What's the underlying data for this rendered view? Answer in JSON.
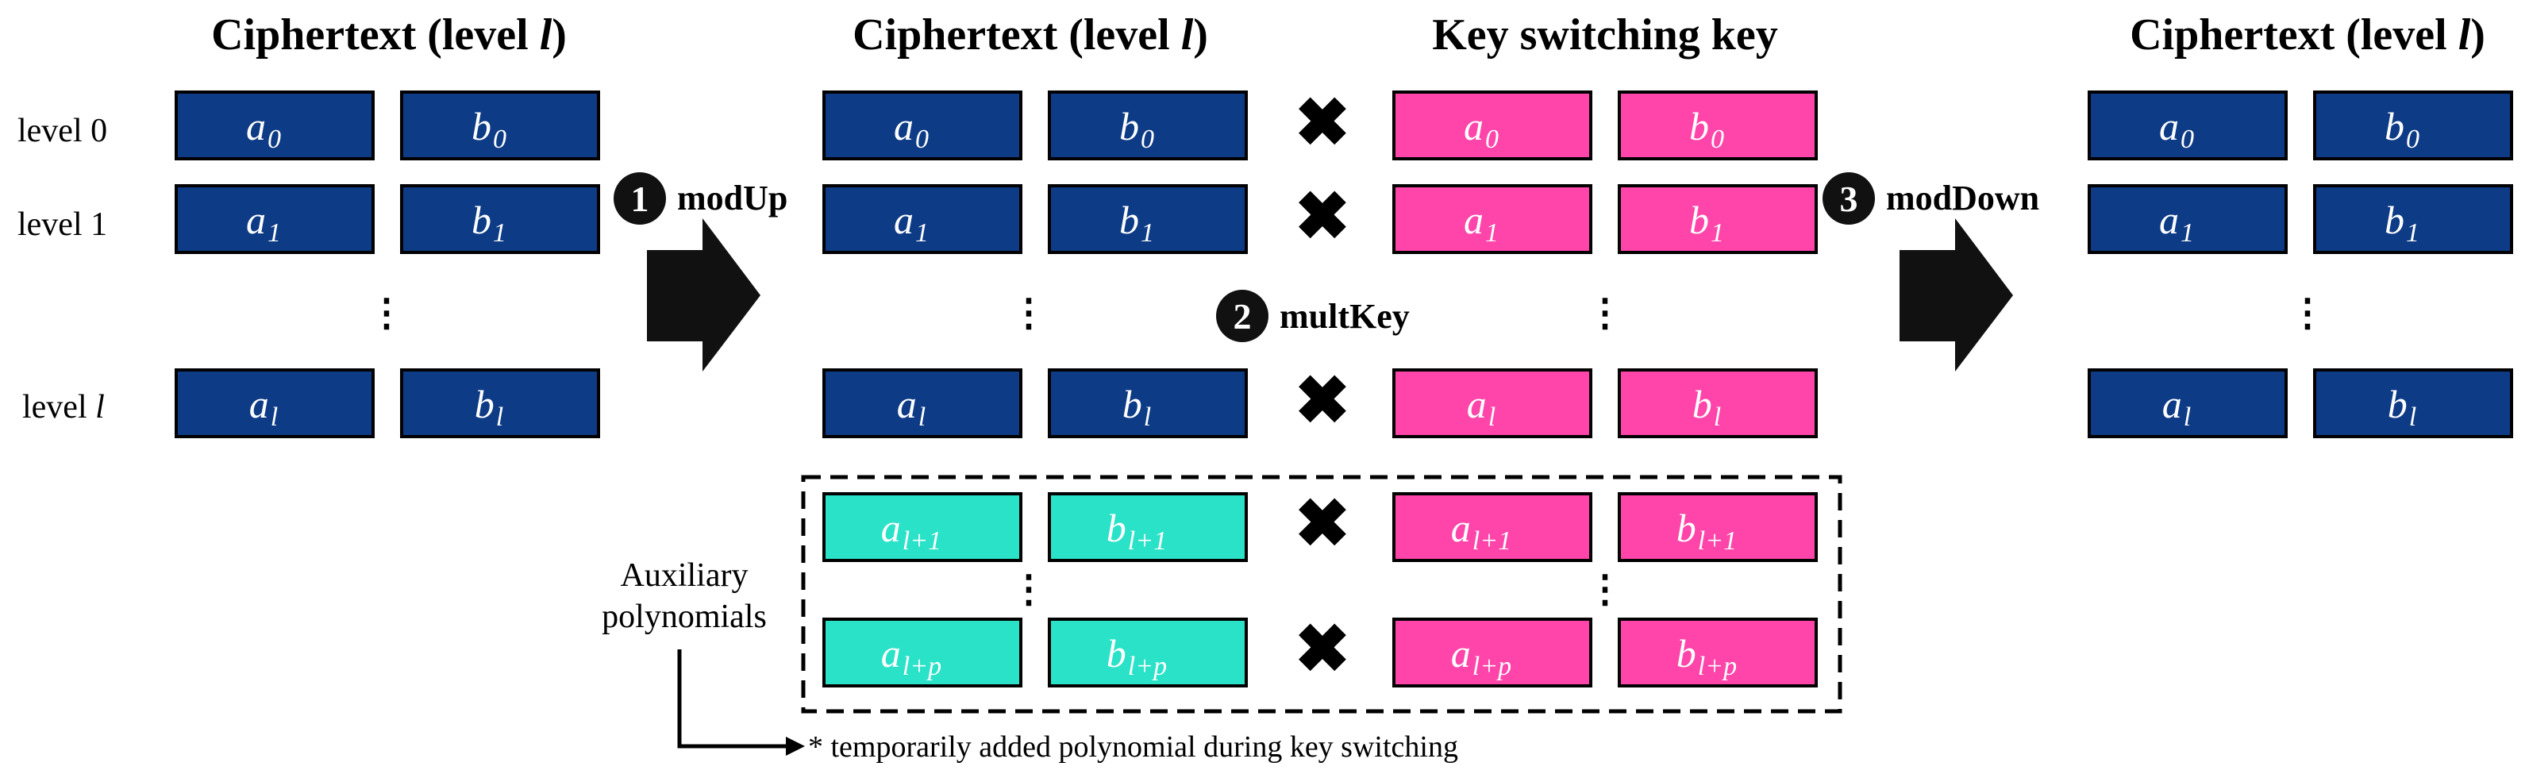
{
  "titles": {
    "left": "Ciphertext (level ",
    "mid": "Ciphertext (level ",
    "key": "Key switching key",
    "right": "Ciphertext (level ",
    "level_var": "l",
    "close": ")"
  },
  "row_labels": {
    "r0": "level 0",
    "r1": "level 1",
    "rl_prefix": "level ",
    "rl_var": "l"
  },
  "steps": {
    "s1": {
      "num": "1",
      "name": "modUp"
    },
    "s2": {
      "num": "2",
      "name": "multKey"
    },
    "s3": {
      "num": "3",
      "name": "modDown"
    }
  },
  "symbols": {
    "vdots": "⋮",
    "times": "✖"
  },
  "polys": {
    "a0": {
      "base": "a",
      "sub": "0"
    },
    "b0": {
      "base": "b",
      "sub": "0"
    },
    "a1": {
      "base": "a",
      "sub": "1"
    },
    "b1": {
      "base": "b",
      "sub": "1"
    },
    "al": {
      "base": "a",
      "sub": "l"
    },
    "bl": {
      "base": "b",
      "sub": "l"
    },
    "al1": {
      "base": "a",
      "sub": "l+1"
    },
    "bl1": {
      "base": "b",
      "sub": "l+1"
    },
    "alp": {
      "base": "a",
      "sub": "l+p"
    },
    "blp": {
      "base": "b",
      "sub": "l+p"
    }
  },
  "aux": {
    "line1": "Auxiliary",
    "line2": "polynomials",
    "note": "* temporarily added polynomial during key switching"
  },
  "colors": {
    "ciphertext": "#0d3b85",
    "key": "#ff44aa",
    "aux": "#2ae2c7",
    "outline": "#000000"
  }
}
